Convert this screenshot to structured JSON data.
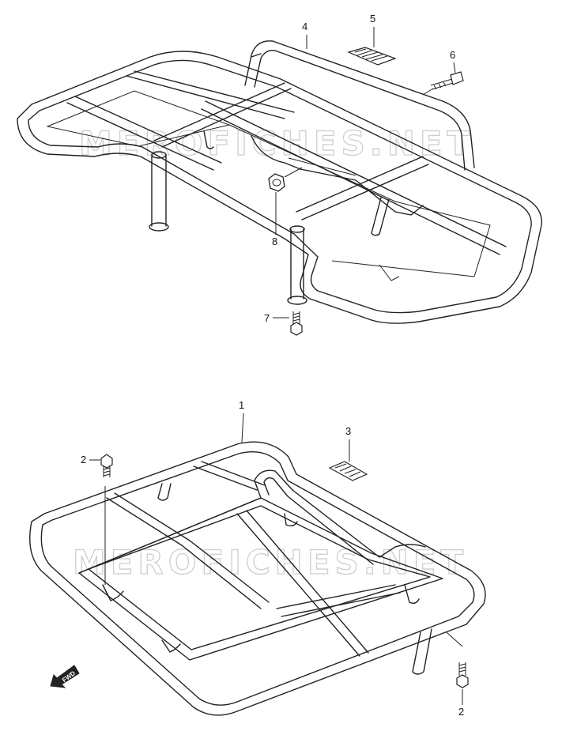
{
  "watermarks": [
    "MEROFICHES.NET",
    "MEROFICHES.NET"
  ],
  "callouts": [
    "1",
    "2",
    "2",
    "3",
    "4",
    "5",
    "6",
    "7",
    "8"
  ],
  "fwd_label": "FWD",
  "colors": {
    "line": "#222222",
    "background": "#ffffff",
    "watermark": "#c9c9c9"
  },
  "icons": [
    "fwd-arrow-icon"
  ]
}
